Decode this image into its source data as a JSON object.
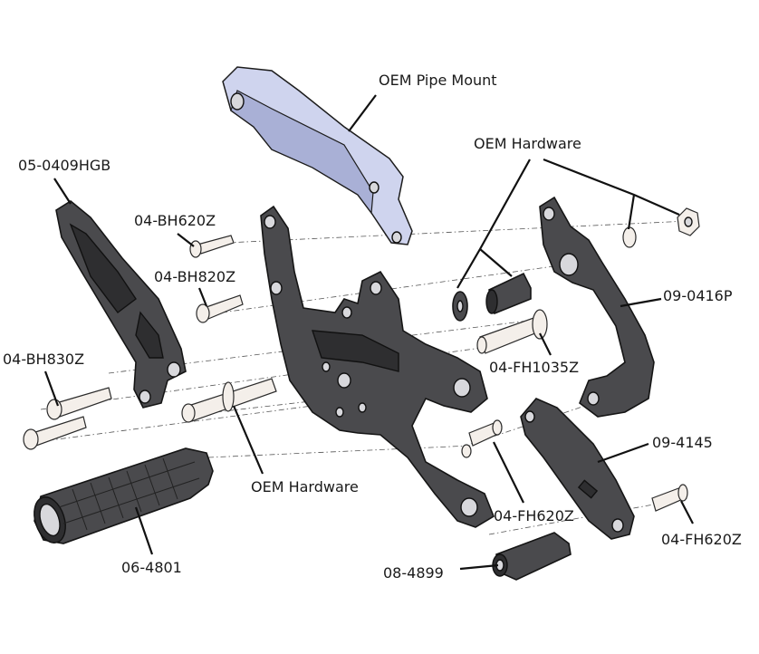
{
  "labels": {
    "oem_pipe_mount": "OEM Pipe Mount",
    "oem_hardware_top": "OEM Hardware",
    "p05_0409hgb": "05-0409HGB",
    "p04_bh620z": "04-BH620Z",
    "p04_bh820z": "04-BH820Z",
    "p09_0416p": "09-0416P",
    "p04_bh830z": "04-BH830Z",
    "p04_fh1035z": "04-FH1035Z",
    "p09_4145": "09-4145",
    "oem_hardware_bottom": "OEM Hardware",
    "p04_fh620z_center": "04-FH620Z",
    "p04_fh620z_right": "04-FH620Z",
    "p06_4801": "06-4801",
    "p08_4899": "08-4899"
  },
  "colors": {
    "part_dark": "#4a4a4d",
    "hardware": "#f4efea",
    "pipe_mount": "#cfd4ee",
    "leader": "#111111"
  }
}
